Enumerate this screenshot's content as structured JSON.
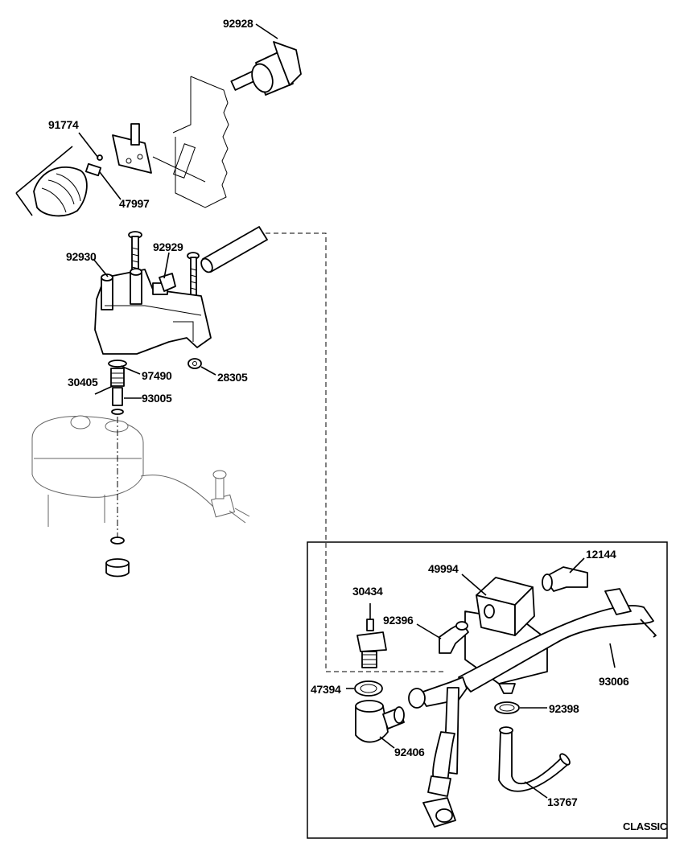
{
  "diagram": {
    "inset_label": "CLASSIC",
    "labels": {
      "p92928": "92928",
      "p91774": "91774",
      "p47997": "47997",
      "p92930": "92930",
      "p92929": "92929",
      "p97490": "97490",
      "p28305": "28305",
      "p30405": "30405",
      "p93005": "93005",
      "p12144": "12144",
      "p49994": "49994",
      "p30434": "30434",
      "p92396": "92396",
      "p93006": "93006",
      "p47394": "47394",
      "p92398": "92398",
      "p92406": "92406",
      "p13767": "13767"
    }
  },
  "colors": {
    "ink": "#000000",
    "paper": "#ffffff",
    "ghost": "#666666"
  }
}
